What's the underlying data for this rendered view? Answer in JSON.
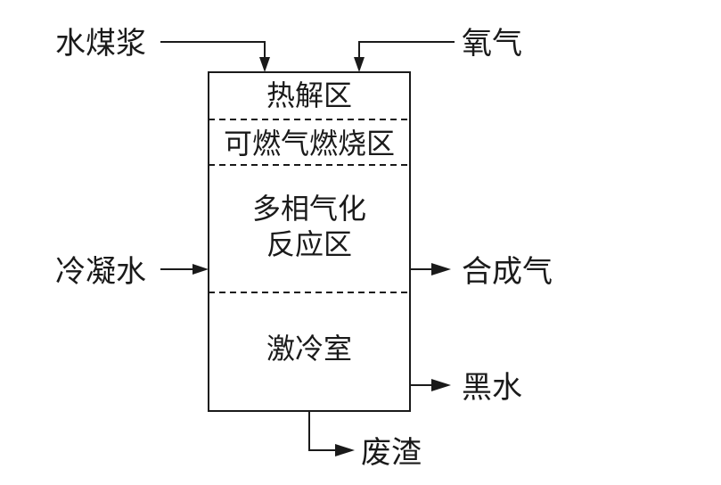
{
  "inputs": {
    "slurry": "水煤浆",
    "oxygen": "氧气",
    "cooling_water": "冷凝水"
  },
  "zones": {
    "pyrolysis": "热解区",
    "combustion": "可燃气燃烧区",
    "gasification_line1": "多相气化",
    "gasification_line2": "反应区",
    "quench": "激冷室"
  },
  "outputs": {
    "syngas": "合成气",
    "black_water": "黑水",
    "slag": "废渣"
  }
}
